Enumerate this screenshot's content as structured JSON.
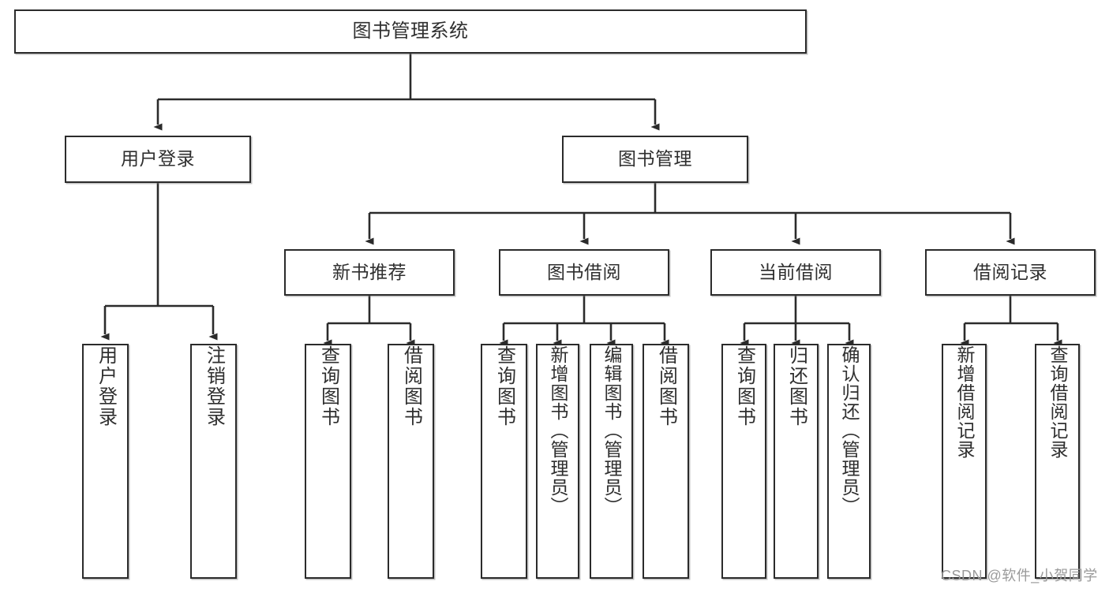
{
  "diagram": {
    "title": "图书管理系统",
    "type": "hierarchy-tree",
    "levels": 4,
    "root": {
      "label": "图书管理系统"
    },
    "level2": [
      {
        "label": "用户登录"
      },
      {
        "label": "图书管理"
      }
    ],
    "level3": [
      {
        "label": "新书推荐"
      },
      {
        "label": "图书借阅"
      },
      {
        "label": "当前借阅"
      },
      {
        "label": "借阅记录"
      }
    ],
    "leaves": {
      "user_login": [
        {
          "label": "用户登录"
        },
        {
          "label": "注销登录"
        }
      ],
      "new_book_recommend": [
        {
          "label": "查询图书"
        },
        {
          "label": "借阅图书"
        }
      ],
      "book_borrow": [
        {
          "label": "查询图书"
        },
        {
          "label": "新增图书（管理员）"
        },
        {
          "label": "编辑图书（管理员）"
        },
        {
          "label": "借阅图书"
        }
      ],
      "current_borrow": [
        {
          "label": "查询图书"
        },
        {
          "label": "归还图书"
        },
        {
          "label": "确认归还（管理员）"
        }
      ],
      "borrow_record": [
        {
          "label": "新增借阅记录"
        },
        {
          "label": "查询借阅记录"
        }
      ]
    }
  },
  "watermark": {
    "text": "CSDN @软件_小贺同学"
  },
  "colors": {
    "border": "#2b2b2b",
    "text": "#2f2f2f",
    "background": "#ffffff",
    "connector": "#2b2b2b",
    "watermark": "#9a9a9a"
  }
}
